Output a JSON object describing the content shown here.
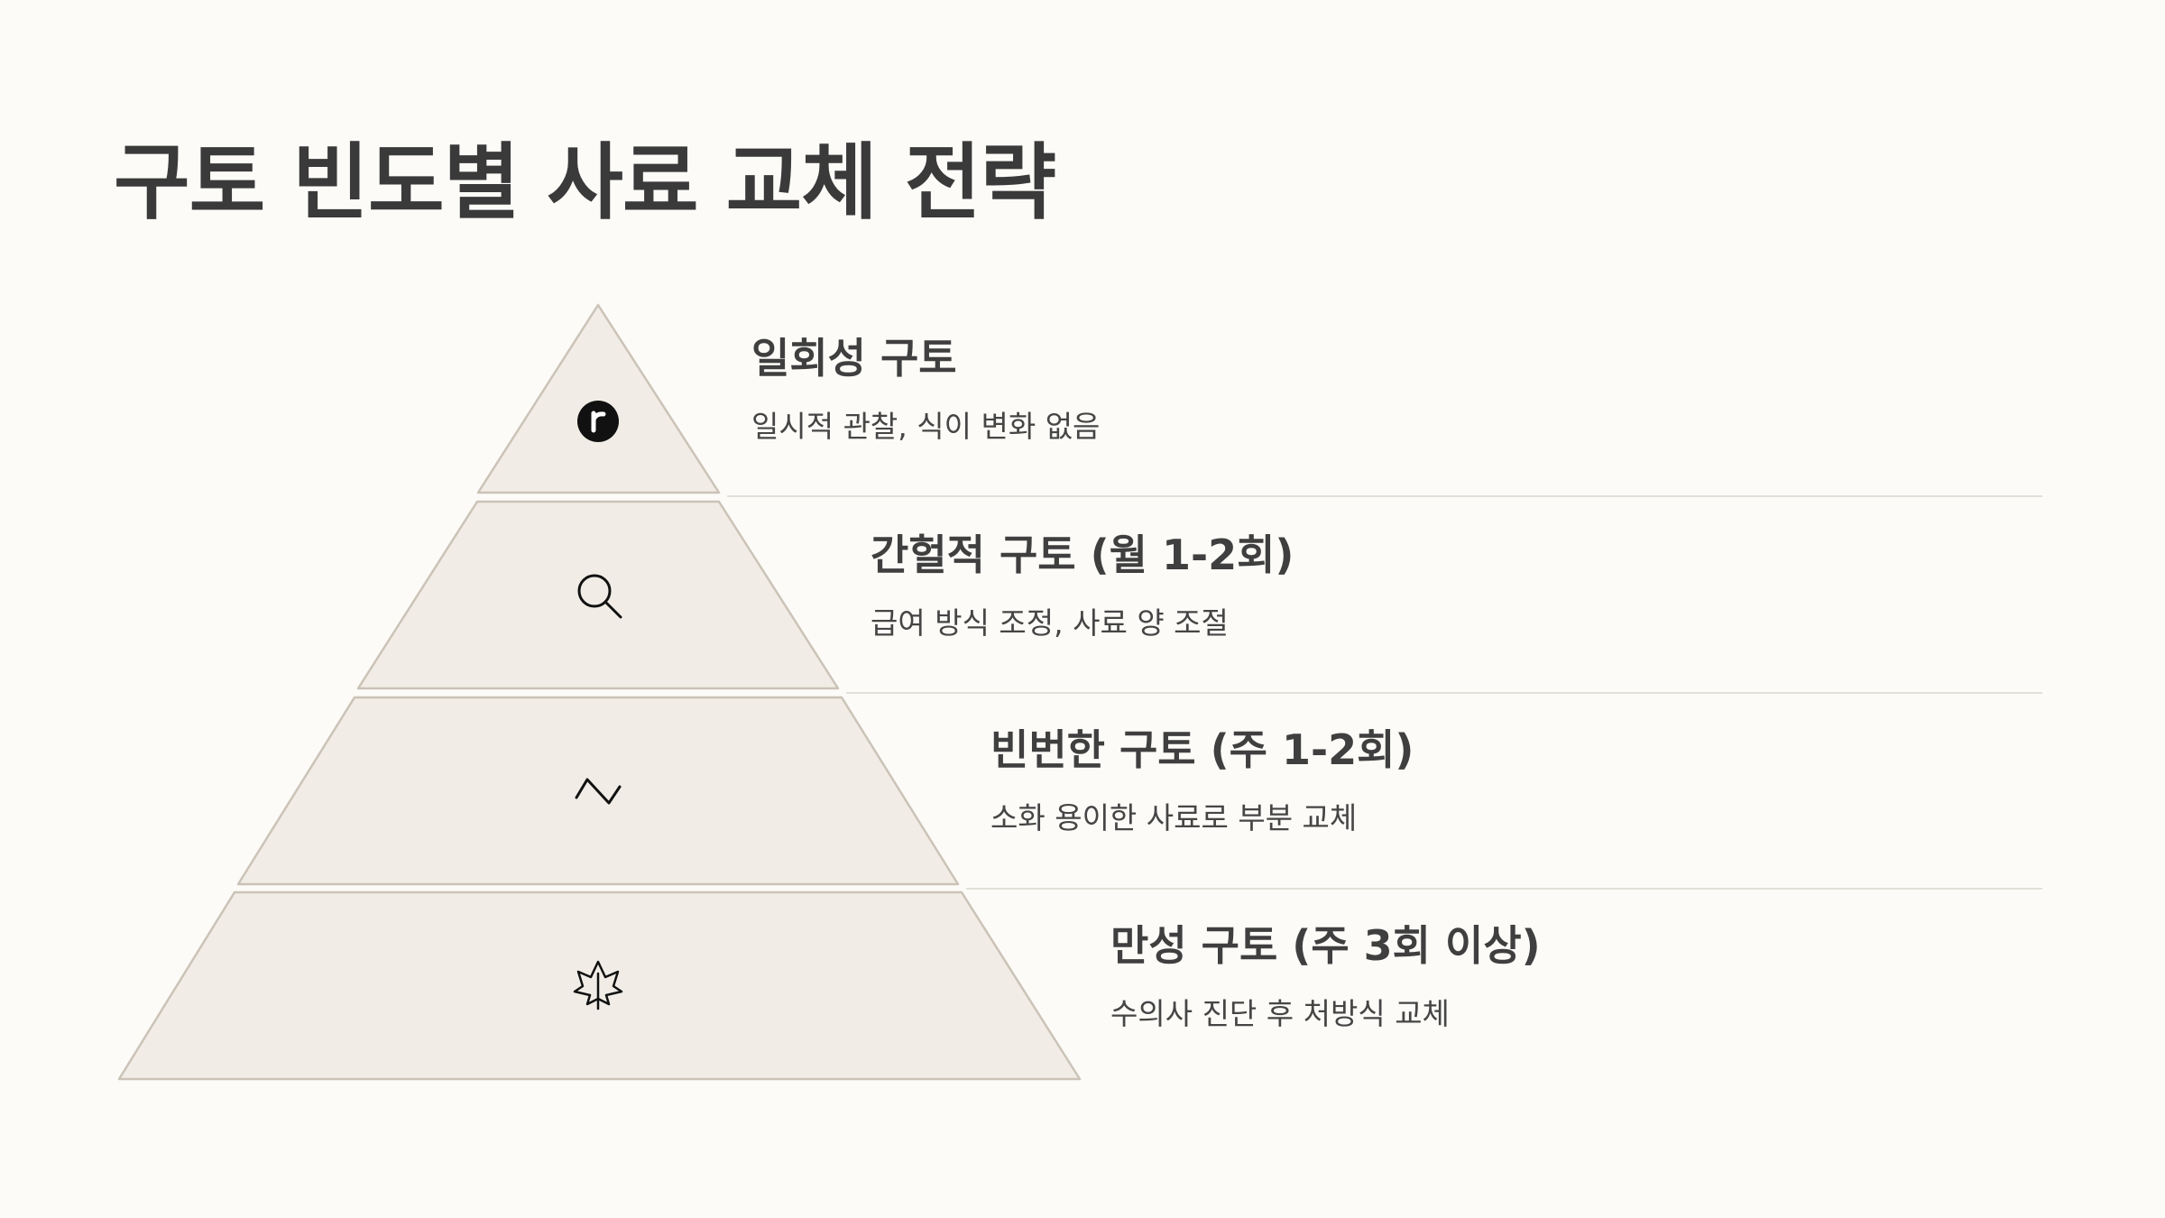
{
  "title": "구토 빈도별 사료 교체 전략",
  "colors": {
    "background": "#fcfbf8",
    "tier_fill": "#f1ede6",
    "tier_stroke": "#cbc3b7",
    "divider": "#e3e0da",
    "icon": "#111111",
    "text": "#3b3b3b"
  },
  "tiers": [
    {
      "heading": "일회성 구토",
      "description": "일시적 관찰, 식이 변화 없음",
      "icon": "r-badge-icon"
    },
    {
      "heading": "간헐적 구토 (월 1-2회)",
      "description": "급여 방식 조정, 사료 양 조절",
      "icon": "search-icon"
    },
    {
      "heading": "빈번한 구토 (주 1-2회)",
      "description": "소화 용이한 사료로 부분 교체",
      "icon": "wave-icon"
    },
    {
      "heading": "만성 구토 (주 3회 이상)",
      "description": "수의사 진단 후 처방식 교체",
      "icon": "leaf-icon"
    }
  ]
}
